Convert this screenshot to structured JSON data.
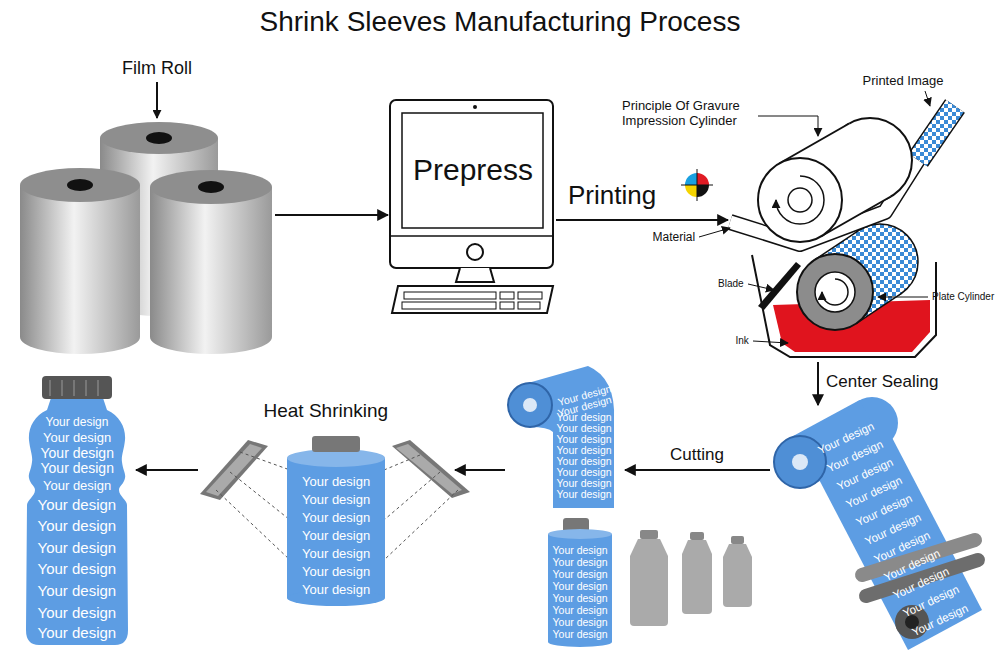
{
  "diagram": {
    "title": "Shrink Sleeves Manufacturing Process",
    "nodes": [
      {
        "text": [
          "Film Roll"
        ]
      },
      {
        "text": [
          "Prepress"
        ]
      },
      {
        "text": [
          "Principle Of Gravure Impression Cylinder",
          "Printed Image",
          "Material",
          "Blade",
          "Plate Cylinder",
          "Ink"
        ]
      },
      {
        "text": [
          "Your design",
          "Your design",
          "Your design",
          "Your design",
          "Your design",
          "Your design",
          "Your design",
          "Your design",
          "Your design",
          "Your design",
          "Your design"
        ]
      },
      {
        "text": [
          "Your design",
          "Your design",
          "Your design",
          "Your design",
          "Your design",
          "Your design",
          "Your design",
          "Your design",
          "Your design",
          "Your design",
          "Your design",
          "Your design",
          "Your design",
          "Your design",
          "Your design",
          "Your design",
          "Your design",
          "Your design"
        ]
      },
      {
        "text": [
          "Heat Shrinking",
          "Your design",
          "Your design",
          "Your design",
          "Your design",
          "Your design",
          "Your design",
          "Your design"
        ]
      },
      {
        "text": [
          "Your design",
          "Your design",
          "Your design",
          "Your design",
          "Your design",
          "Your design",
          "Your design",
          "Your design",
          "Your design",
          "Your design",
          "Your design",
          "Your design"
        ]
      }
    ],
    "edges": [
      {
        "from": 0,
        "to": 1,
        "arrow": "to"
      },
      {
        "from": 1,
        "to": 2,
        "label": "Printing",
        "arrow": "to"
      },
      {
        "from": 2,
        "to": 3,
        "label": "Center Sealing",
        "arrow": "to"
      },
      {
        "from": 3,
        "to": 4,
        "label": "Cutting",
        "arrow": "to"
      },
      {
        "from": 4,
        "to": 5,
        "arrow": "to"
      },
      {
        "from": 5,
        "to": 6,
        "arrow": "to"
      }
    ]
  }
}
